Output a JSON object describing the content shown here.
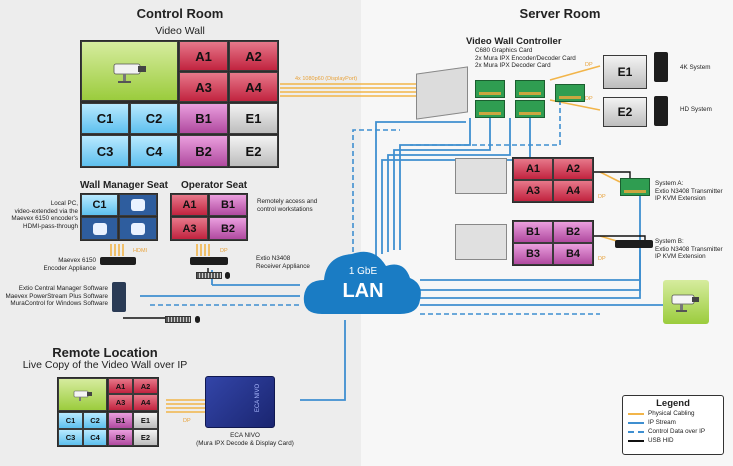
{
  "control_room": {
    "title": "Control Room",
    "video_wall": {
      "label": "Video Wall",
      "tiles": [
        "A1",
        "A2",
        "A3",
        "A4",
        "C1",
        "C2",
        "C3",
        "C4",
        "B1",
        "B2",
        "E1",
        "E2"
      ]
    },
    "wall_manager_seat": {
      "label": "Wall Manager Seat",
      "tiles": [
        "C1"
      ],
      "desc": [
        "Local PC,",
        "video-extended via the",
        "Maevex 6150 encoder's",
        "HDMI-pass-through"
      ],
      "appliance": [
        "Maevex 6150",
        "Encoder Appliance"
      ],
      "hdmi": "HDMI",
      "software": [
        "Extio Central Manager Software",
        "Maevex PowerStream Plus Software",
        "MuraControl for Windows Software"
      ]
    },
    "operator_seat": {
      "label": "Operator Seat",
      "tiles": [
        "A1",
        "B1",
        "A3",
        "B2"
      ],
      "desc": [
        "Remotely access and",
        "control workstations"
      ],
      "receiver": [
        "Extio N3408",
        "Receiver Appliance"
      ],
      "dp": "DP"
    }
  },
  "server_room": {
    "title": "Server Room",
    "controller": {
      "label": "Video Wall Controller",
      "cards": [
        "C680 Graphics Card",
        "2x Mura IPX Encoder/Decoder Card",
        "2x Mura IPX Decoder Card"
      ]
    },
    "displayport": "4x 1080p60 (DisplayPort)",
    "systems": [
      {
        "tile": "E1",
        "label": "4K System",
        "dp": "DP"
      },
      {
        "tile": "E2",
        "label": "HD System",
        "dp": "DP"
      }
    ],
    "system_a": {
      "tiles": [
        "A1",
        "A2",
        "A3",
        "A4"
      ],
      "label": [
        "System A:",
        "Extio N3408 Transmitter",
        "IP KVM Extension"
      ],
      "dp": "DP"
    },
    "system_b": {
      "tiles": [
        "B1",
        "B2",
        "B3",
        "B4"
      ],
      "label": [
        "System B:",
        "Extio N3408 Transmitter",
        "IP KVM Extension"
      ],
      "dp": "DP"
    }
  },
  "lan": {
    "speed": "1 GbE",
    "name": "LAN"
  },
  "remote": {
    "title": "Remote Location",
    "subtitle": "Live Copy of the Video Wall over IP",
    "tiles": [
      "A1",
      "A2",
      "A3",
      "A4",
      "C1",
      "C2",
      "C3",
      "C4",
      "B1",
      "B2",
      "E1",
      "E2"
    ],
    "device": [
      "ECA NIVO",
      "(Mura IPX Decode & Display Card)"
    ],
    "device_brand": "ECA NIVO",
    "dp": "DP"
  },
  "legend": {
    "title": "Legend",
    "items": [
      {
        "label": "Physical Cabling",
        "color": "#f2b54a"
      },
      {
        "label": "IP Stream",
        "color": "#3f8fd0"
      },
      {
        "label": "Control Data over IP",
        "color": "#3f8fd0"
      },
      {
        "label": "USB HID",
        "color": "#111111"
      }
    ]
  },
  "colors": {
    "red": "#c1233f",
    "cyan": "#5ec0ee",
    "purple": "#b04a9f",
    "lan": "#1a7cc4",
    "orange": "#f2b54a",
    "blue": "#3f8fd0"
  }
}
